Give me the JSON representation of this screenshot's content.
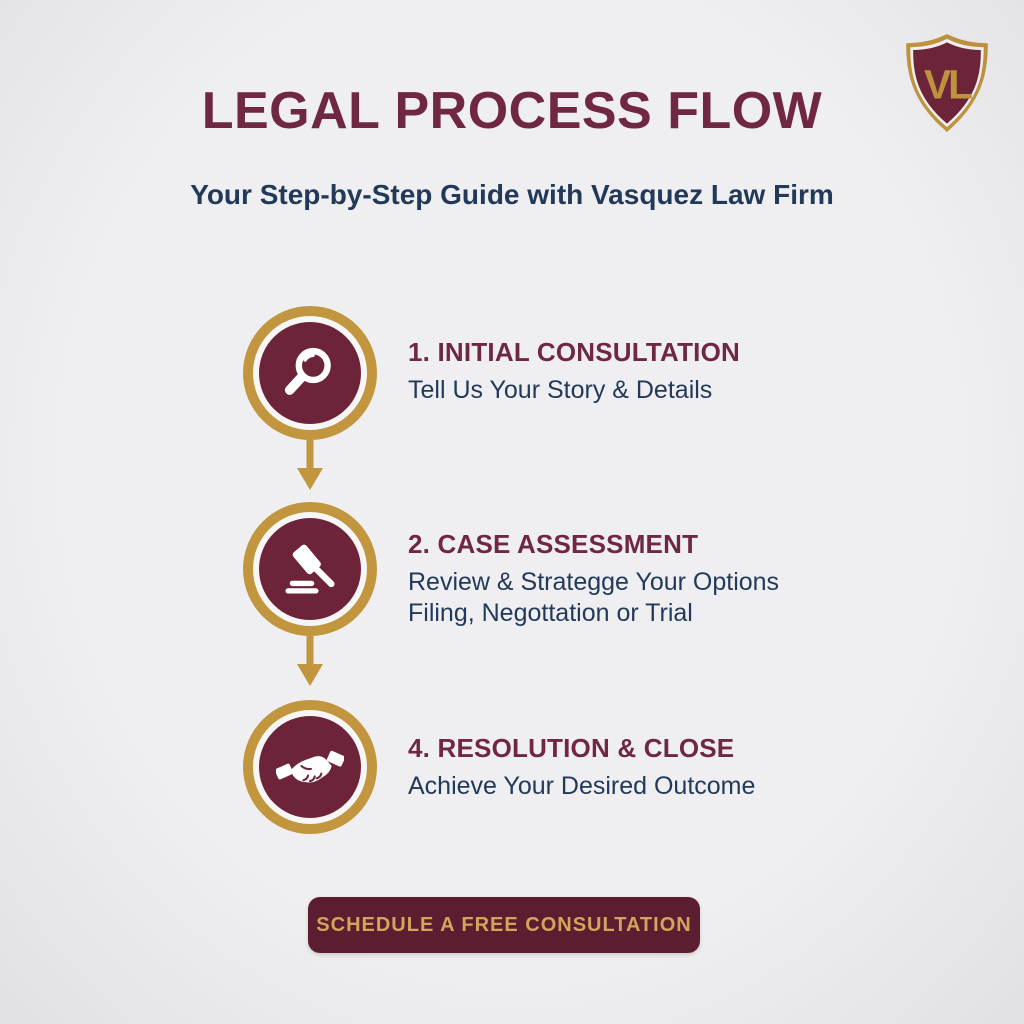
{
  "header": {
    "title": "LEGAL PROCESS FLOW",
    "subtitle": "Your Step-by-Step Guide with Vasquez Law Firm"
  },
  "logo": {
    "initials": "VL",
    "shape": "shield"
  },
  "steps": [
    {
      "icon": "magnifier-icon",
      "title": "1. INITIAL CONSULTATION",
      "lines": [
        "Tell Us Your Story & Details"
      ]
    },
    {
      "icon": "gavel-icon",
      "title": "2. CASE ASSESSMENT",
      "lines": [
        "Review & Strategge Your Options",
        "Filing, Negottation or Trial"
      ]
    },
    {
      "icon": "handshake-icon",
      "title": "4. RESOLUTION & CLOSE",
      "lines": [
        "Achieve Your Desired Outcome"
      ]
    }
  ],
  "cta": {
    "label": "SCHEDULE A FREE CONSULTATION"
  },
  "colors": {
    "background": "#efeff1",
    "maroon": "#6e2438",
    "title_maroon": "#702742",
    "gold": "#c2953f",
    "navy": "#22395a",
    "button_bg": "#5c1d31",
    "button_text_gold": "#d4a45c"
  }
}
